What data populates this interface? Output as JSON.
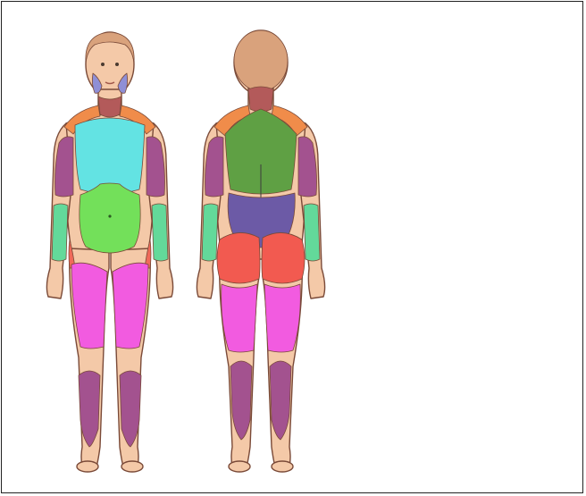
{
  "figures": [
    {
      "id": "front",
      "view": "front"
    },
    {
      "id": "back",
      "view": "back"
    }
  ],
  "colors": {
    "skin": "#f4c9a8",
    "outline": "#7a4a38",
    "hair": "#d9a27c",
    "face_region": "#8f8fd6",
    "neck_region": "#b35a5a",
    "shoulder_region": "#f08c4a",
    "chest_region": "#63e3e3",
    "upper_back_region": "#5fa044",
    "abdomen_region": "#73e05a",
    "lower_back_region": "#6c5aa6",
    "upper_arm_region": "#a3528f",
    "forearm_region": "#63d99a",
    "hip_region": "#f06a5a",
    "buttocks_region": "#f25a50",
    "thigh_region": "#f25be0",
    "lower_leg_region": "#a3528f"
  }
}
